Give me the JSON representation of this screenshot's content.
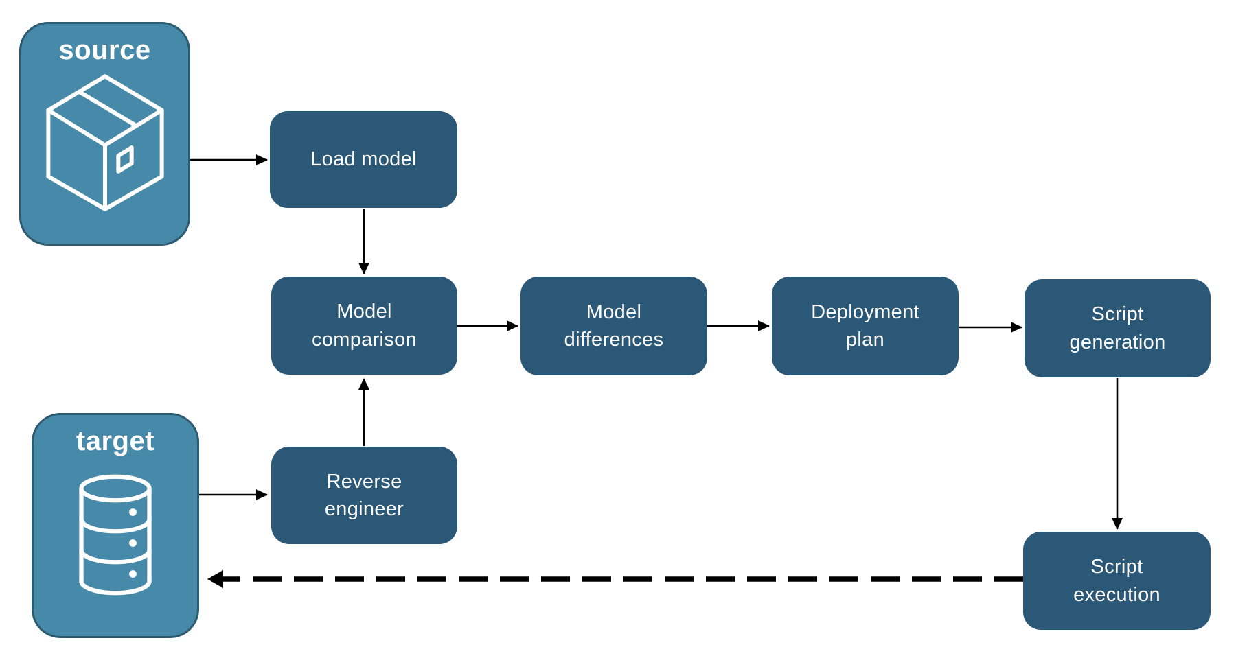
{
  "diagram": {
    "type": "flowchart",
    "background": "#ffffff",
    "colors": {
      "process_node_fill": "#2b5876",
      "endpoint_fill": "#4789a9",
      "endpoint_border": "#2c5a6e",
      "label_text": "#ffffff",
      "arrow": "#000000"
    },
    "endpoints": {
      "source": {
        "label": "source",
        "icon": "package-icon"
      },
      "target": {
        "label": "target",
        "icon": "database-icon"
      }
    },
    "nodes": {
      "load_model": {
        "label": "Load model"
      },
      "model_comparison": {
        "label": "Model comparison"
      },
      "model_differences": {
        "label": "Model differences"
      },
      "deployment_plan": {
        "label": "Deployment plan"
      },
      "script_generation": {
        "label": "Script generation"
      },
      "reverse_engineer": {
        "label": "Reverse engineer"
      },
      "script_execution": {
        "label": "Script execution"
      }
    },
    "edges": [
      {
        "from": "source",
        "to": "load_model",
        "style": "solid"
      },
      {
        "from": "load_model",
        "to": "model_comparison",
        "style": "solid"
      },
      {
        "from": "model_comparison",
        "to": "model_differences",
        "style": "solid"
      },
      {
        "from": "model_differences",
        "to": "deployment_plan",
        "style": "solid"
      },
      {
        "from": "deployment_plan",
        "to": "script_generation",
        "style": "solid"
      },
      {
        "from": "script_generation",
        "to": "script_execution",
        "style": "solid"
      },
      {
        "from": "target",
        "to": "reverse_engineer",
        "style": "solid"
      },
      {
        "from": "reverse_engineer",
        "to": "model_comparison",
        "style": "solid"
      },
      {
        "from": "script_execution",
        "to": "target",
        "style": "dashed"
      }
    ]
  }
}
